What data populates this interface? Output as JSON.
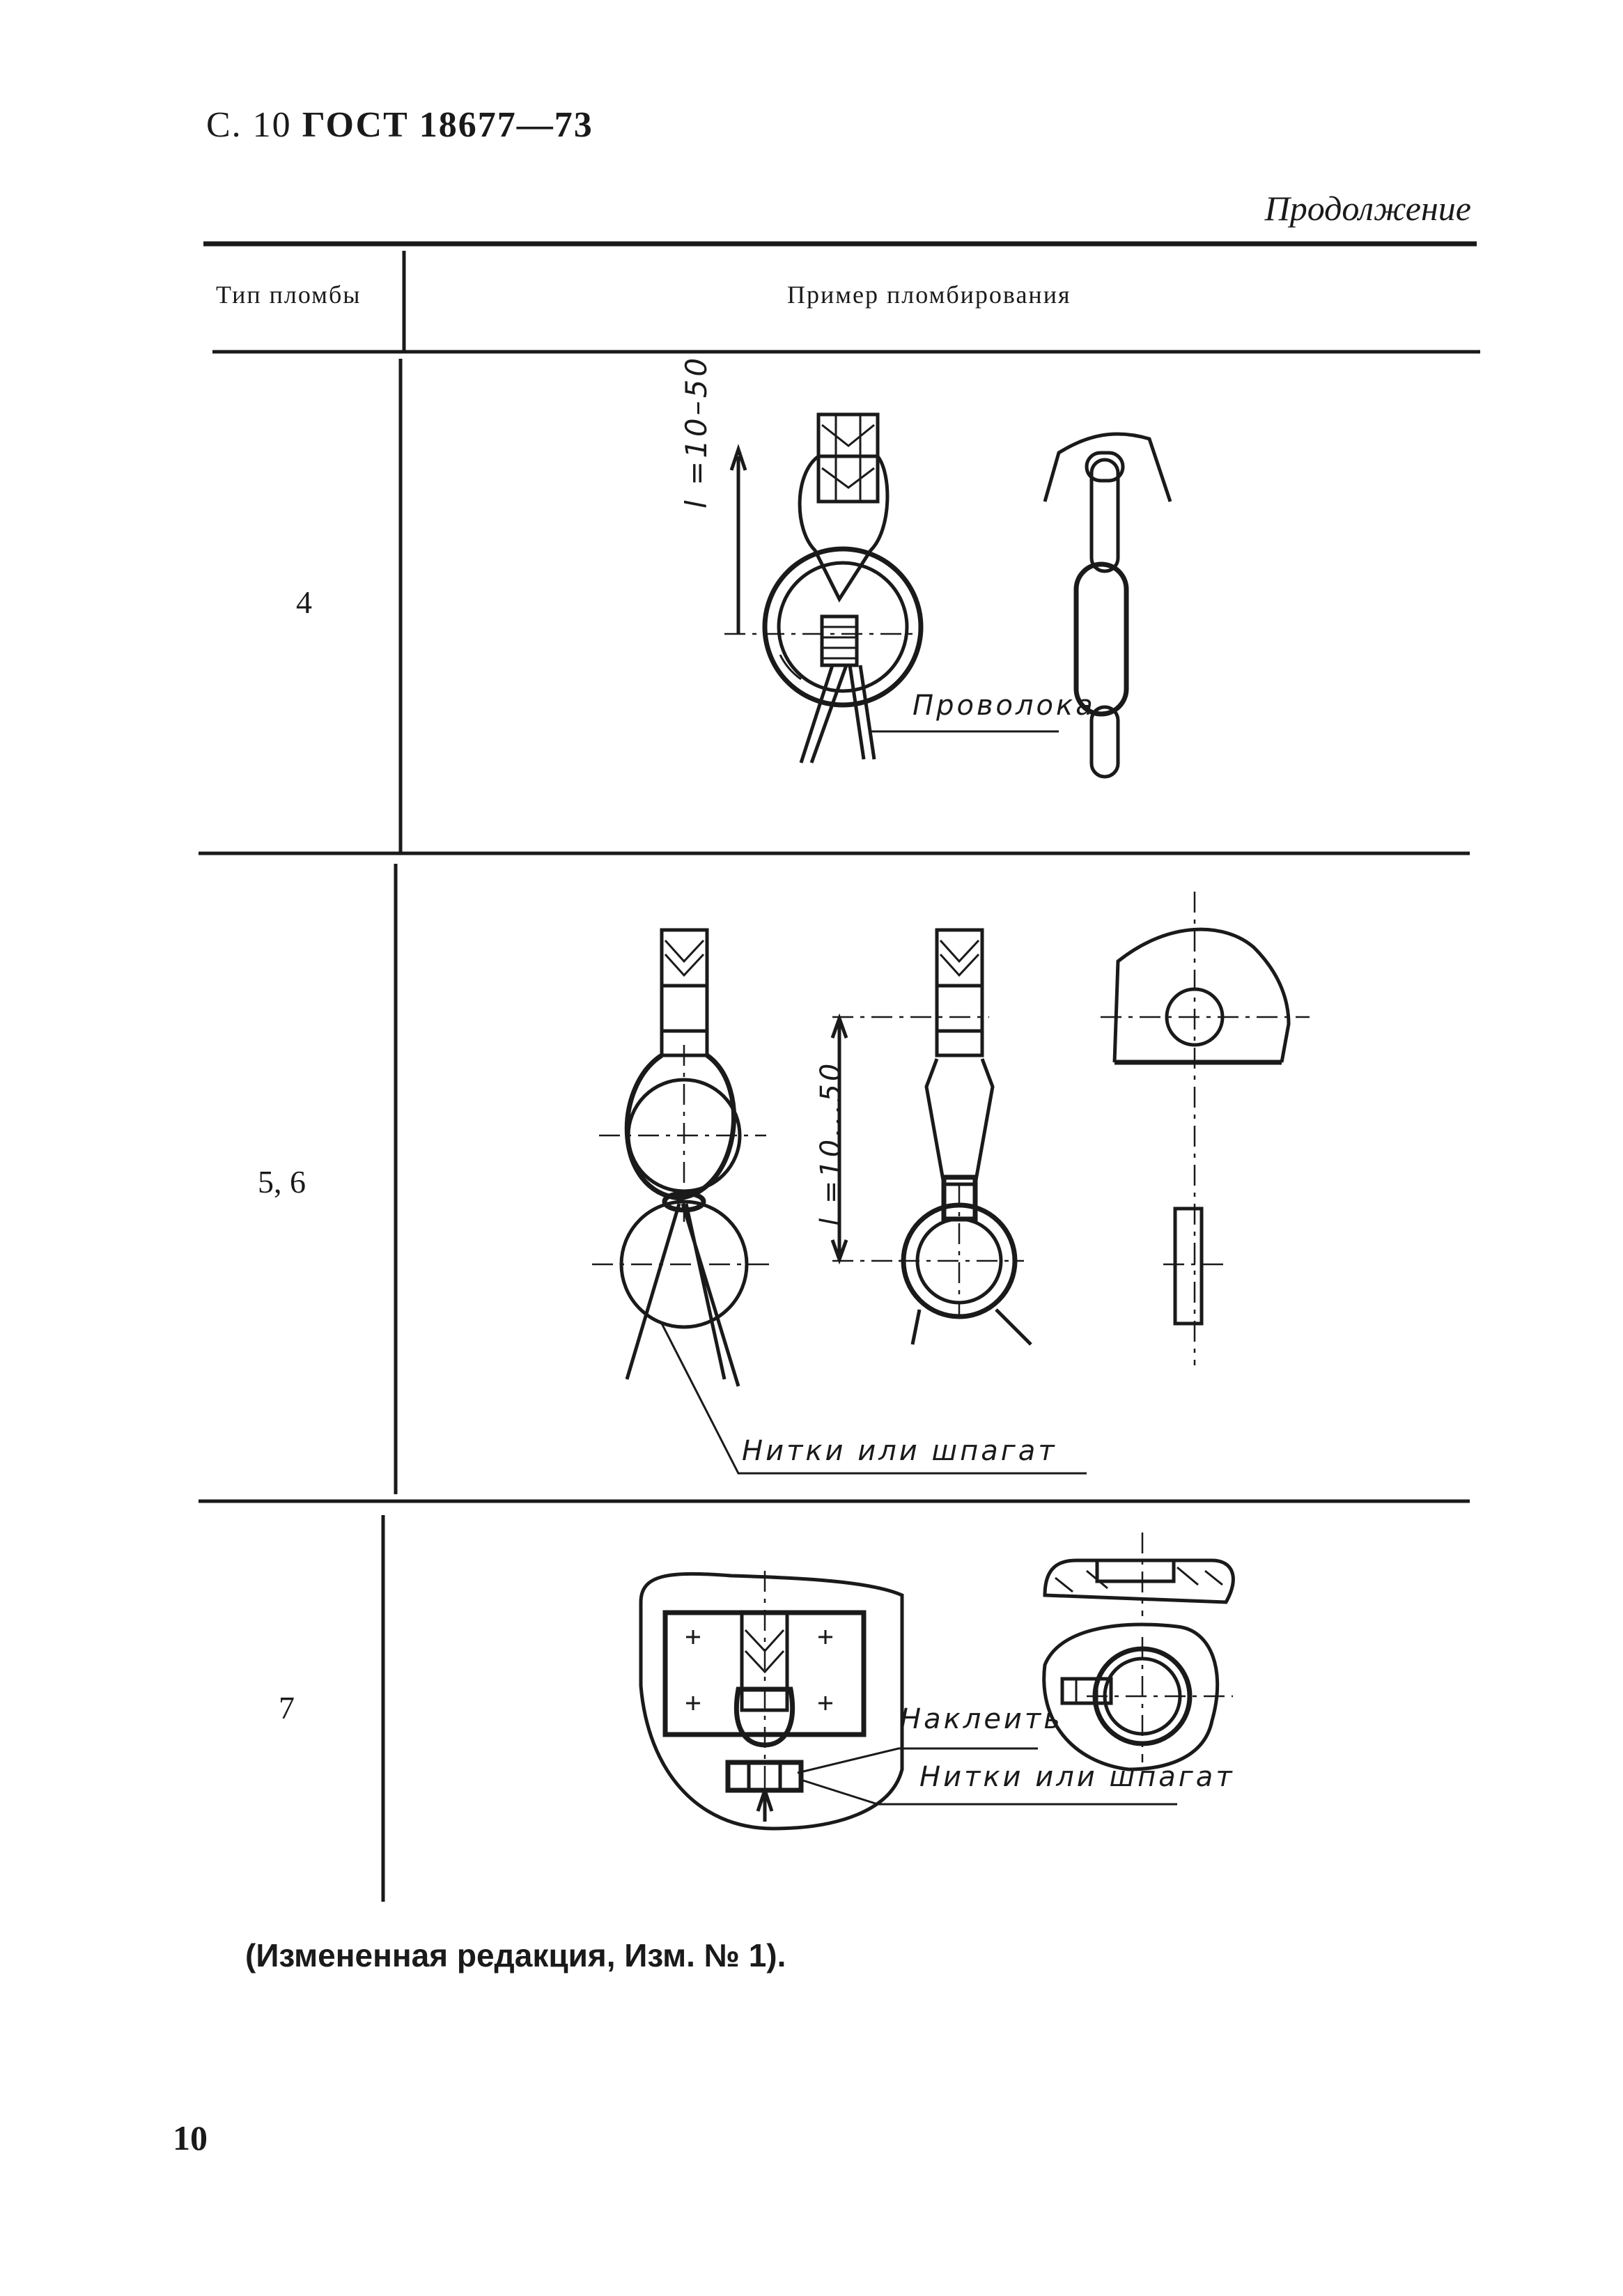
{
  "header": {
    "page_prefix": "С. 10",
    "standard": "ГОСТ 18677—73"
  },
  "continuation": "Продолжение",
  "table": {
    "col_type": "Тип пломбы",
    "col_example": "Пример пломбирования",
    "rows": [
      {
        "type": "4",
        "dim_label": "l =10–50",
        "callout": "Проволока"
      },
      {
        "type": "5, 6",
        "dim_label": "l =10...50",
        "callout": "Нитки или шпагат"
      },
      {
        "type": "7",
        "callout_glue": "Наклеить",
        "callout_thread": "Нитки или шпагат"
      }
    ]
  },
  "note": "(Измененная редакция, Изм. № 1).",
  "page_number": "10"
}
